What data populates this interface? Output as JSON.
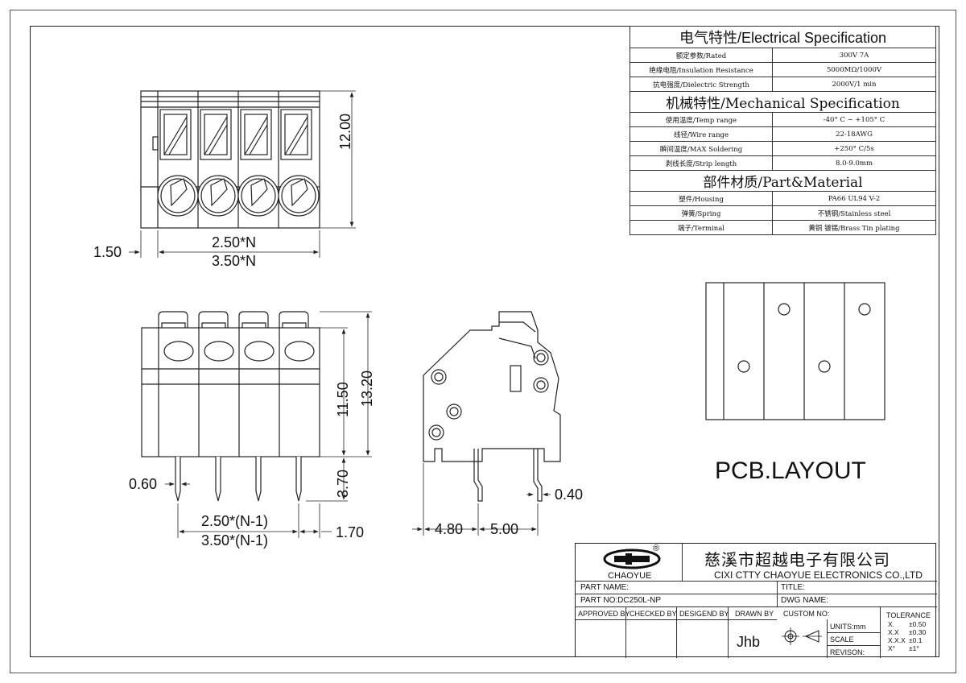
{
  "spec_table": {
    "electrical_title": "电气特性/Electrical Specification",
    "electrical_rows": [
      {
        "label": "额定参数/Rated",
        "value": "300V   7A"
      },
      {
        "label": "绝缘电阻/Insulation Resistance",
        "value": "5000MΩ/1000V"
      },
      {
        "label": "抗电强度/Dielectric Strength",
        "value": "2000V/1 min"
      }
    ],
    "mechanical_title": "机械特性/Mechanical Specification",
    "mechanical_rows": [
      {
        "label": "使用温度/Temp range",
        "value": "-40° C ~ +105° C"
      },
      {
        "label": "线径/Wire range",
        "value": "22-18AWG"
      },
      {
        "label": "瞬间温度/MAX Soldering",
        "value": "+250° C/5s"
      },
      {
        "label": "剥线长度/Strip length",
        "value": "8.0-9.0mm"
      }
    ],
    "material_title": "部件材质/Part&Material",
    "material_rows": [
      {
        "label": "塑件/Housing",
        "value": "PA66 UL94 V-2"
      },
      {
        "label": "弹簧/Spring",
        "value": "不锈钢/Stainless steel"
      },
      {
        "label": "端子/Terminal",
        "value": "黄铜 镀锡/Brass Tin  plating"
      }
    ]
  },
  "dimensions": {
    "top_height": "12.00",
    "top_side": "1.50",
    "top_pitch": "2.50*N",
    "top_pitch_alt": "3.50*N",
    "front_height_body": "11.50",
    "front_height_total": "13.20",
    "front_pin_length": "3.70",
    "front_pin_width": "0.60",
    "front_pitch": "2.50*(N-1)",
    "front_pitch_alt": "3.50*(N-1)",
    "front_side": "1.70",
    "side_offset": "4.80",
    "side_pin_spacing": "5.00",
    "side_pin_width": "0.40"
  },
  "pcb_layout_label": "PCB.LAYOUT",
  "title_block": {
    "logo_text": "CHAOYUE",
    "logo_mark": "®",
    "company_cn": "慈溪市超越电子有限公司",
    "company_en": "CIXI CTTY CHAOYUE ELECTRONICS CO.,LTD",
    "part_name_label": "PART NAME:",
    "title_label": "TITLE:",
    "part_no_label": "PART NO:DC250L-NP",
    "dwg_name_label": "DWG NAME:",
    "approved_by": "APPROVED BY",
    "checked_by": "CHECKED BY",
    "designed_by": "DESIGEND BY",
    "drawn_by": "DRAWN BY",
    "drawn_by_name": "Jhb",
    "custom_no": "CUSTOM NO:",
    "units": "UNITS:mm",
    "scale": "SCALE",
    "revision": "REVISON:",
    "tolerance_title": "TOLERANCE",
    "tolerance_rows": [
      {
        "k": "X.",
        "v": "±0.50"
      },
      {
        "k": "X.X",
        "v": "±0.30"
      },
      {
        "k": "X.X.X",
        "v": "±0.1"
      },
      {
        "k": "X°",
        "v": "±1°"
      }
    ]
  }
}
